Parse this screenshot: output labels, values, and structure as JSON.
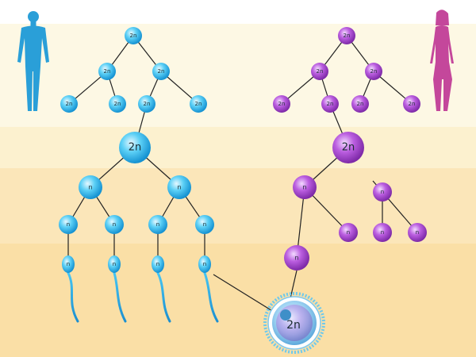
{
  "colors": {
    "male": "#2a9fd8",
    "female": "#c4479b",
    "male_cell": "#27b8ec",
    "female_cell": "#a93fd0",
    "zygote_ring": "#6ec9ec",
    "zygote_core": "#3f8fc8"
  },
  "icons": {
    "male": "male-silhouette-icon",
    "female": "female-silhouette-icon"
  },
  "labels": {
    "diploid": "2n",
    "haploid": "n",
    "zygote": "2n"
  }
}
